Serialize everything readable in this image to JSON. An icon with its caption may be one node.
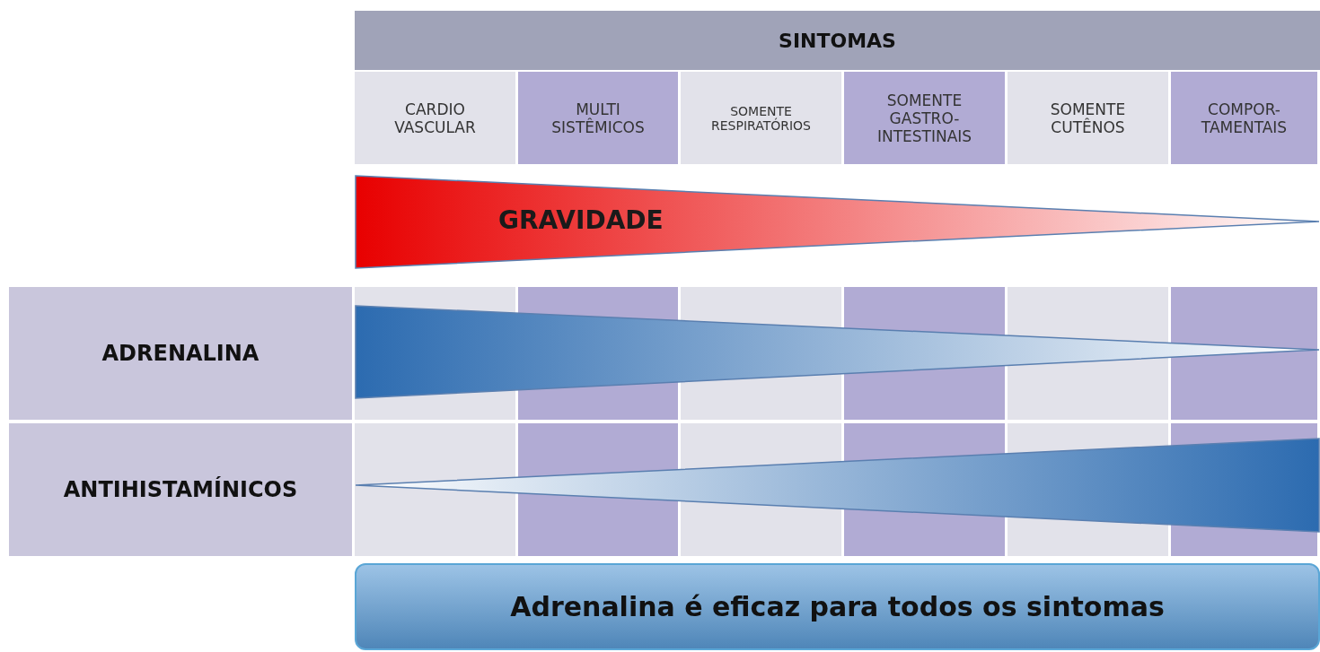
{
  "diagram": {
    "nodes": [
      {
        "text": [
          "SINTOMAS"
        ]
      },
      {
        "text": [
          "CARDIO VASCULAR"
        ]
      },
      {
        "text": [
          "MULTI SISTÊMICOS"
        ]
      },
      {
        "text": [
          "SOMENTE RESPIRATÓRIOS"
        ]
      },
      {
        "text": [
          "SOMENTE GASTRO- INTESTINAIS"
        ]
      },
      {
        "text": [
          "SOMENTE CUTÊNOS"
        ]
      },
      {
        "text": [
          "COMPOR- TAMENTAIS"
        ]
      },
      {
        "text": [
          "GRAVIDADE"
        ]
      },
      {
        "text": [
          "ADRENALINA"
        ]
      },
      {
        "text": [
          "ANTIHISTAMÍNICOS"
        ]
      },
      {
        "text": [
          "Adrenalina é eficaz para todos os sintomas"
        ]
      }
    ]
  }
}
